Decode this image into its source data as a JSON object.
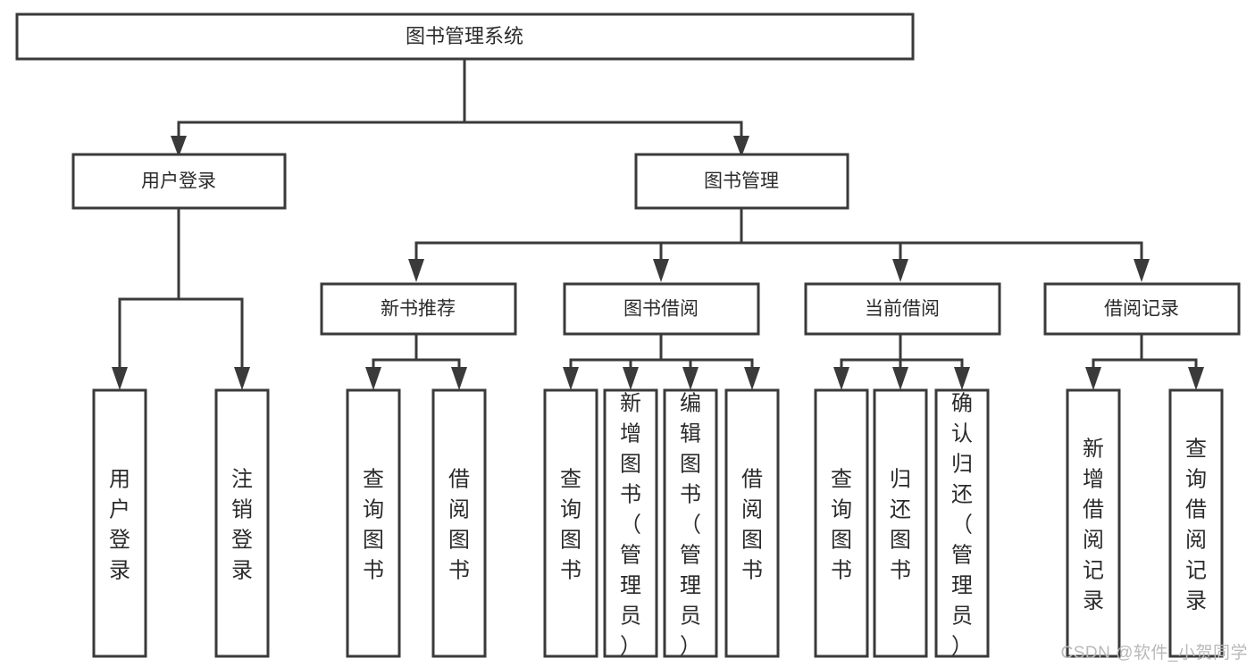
{
  "diagram": {
    "title": "图书管理系统",
    "type": "tree",
    "watermark": "CSDN @软件_小贺同学",
    "colors": {
      "stroke": "#3a3a3a",
      "fill": "#ffffff",
      "text": "#2b2b2b",
      "watermark": "#b9b9b9",
      "background": "#ffffff"
    },
    "root": {
      "label": "图书管理系统"
    },
    "level1": [
      {
        "label": "用户登录"
      },
      {
        "label": "图书管理"
      }
    ],
    "level2": [
      {
        "label": "新书推荐"
      },
      {
        "label": "图书借阅"
      },
      {
        "label": "当前借阅"
      },
      {
        "label": "借阅记录"
      }
    ],
    "leaves": {
      "user_login": [
        {
          "label": "用户登录"
        },
        {
          "label": "注销登录"
        }
      ],
      "new_book_recommend": [
        {
          "label": "查询图书"
        },
        {
          "label": "借阅图书"
        }
      ],
      "book_borrow": [
        {
          "label": "查询图书"
        },
        {
          "label": "新增图书（管理员）"
        },
        {
          "label": "编辑图书（管理员）"
        },
        {
          "label": "借阅图书"
        }
      ],
      "current_borrow": [
        {
          "label": "查询图书"
        },
        {
          "label": "归还图书"
        },
        {
          "label": "确认归还（管理员）"
        }
      ],
      "borrow_record": [
        {
          "label": "新增借阅记录"
        },
        {
          "label": "查询借阅记录"
        }
      ]
    }
  }
}
